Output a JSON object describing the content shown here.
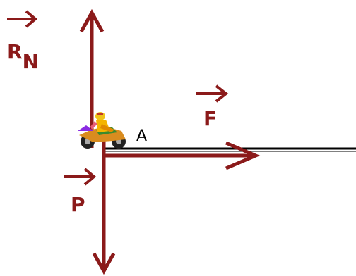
{
  "colors": {
    "vector": "#8b1a1a",
    "road": "#000000",
    "background": "#ffffff"
  },
  "labels": {
    "normal_force": {
      "main": "R",
      "subscript": "N"
    },
    "force_f": "F",
    "force_p": "P",
    "point_a": "A"
  },
  "icons": {
    "rider": "motorcycle-rider-icon"
  }
}
